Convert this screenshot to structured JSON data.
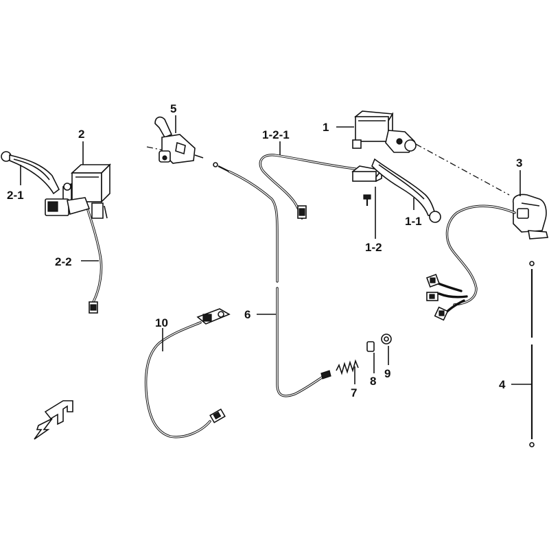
{
  "labels": {
    "p1": "1",
    "p1_1": "1-1",
    "p1_2": "1-2",
    "p1_2_1": "1-2-1",
    "p2": "2",
    "p2_1": "2-1",
    "p2_2": "2-2",
    "p3": "3",
    "p4": "4",
    "p5": "5",
    "p6": "6",
    "p7": "7",
    "p8": "8",
    "p9": "9",
    "p10": "10"
  },
  "colors": {
    "ink": "#111111",
    "paper": "#ffffff"
  },
  "icons": {
    "corner": "logo-bracket-icon"
  }
}
